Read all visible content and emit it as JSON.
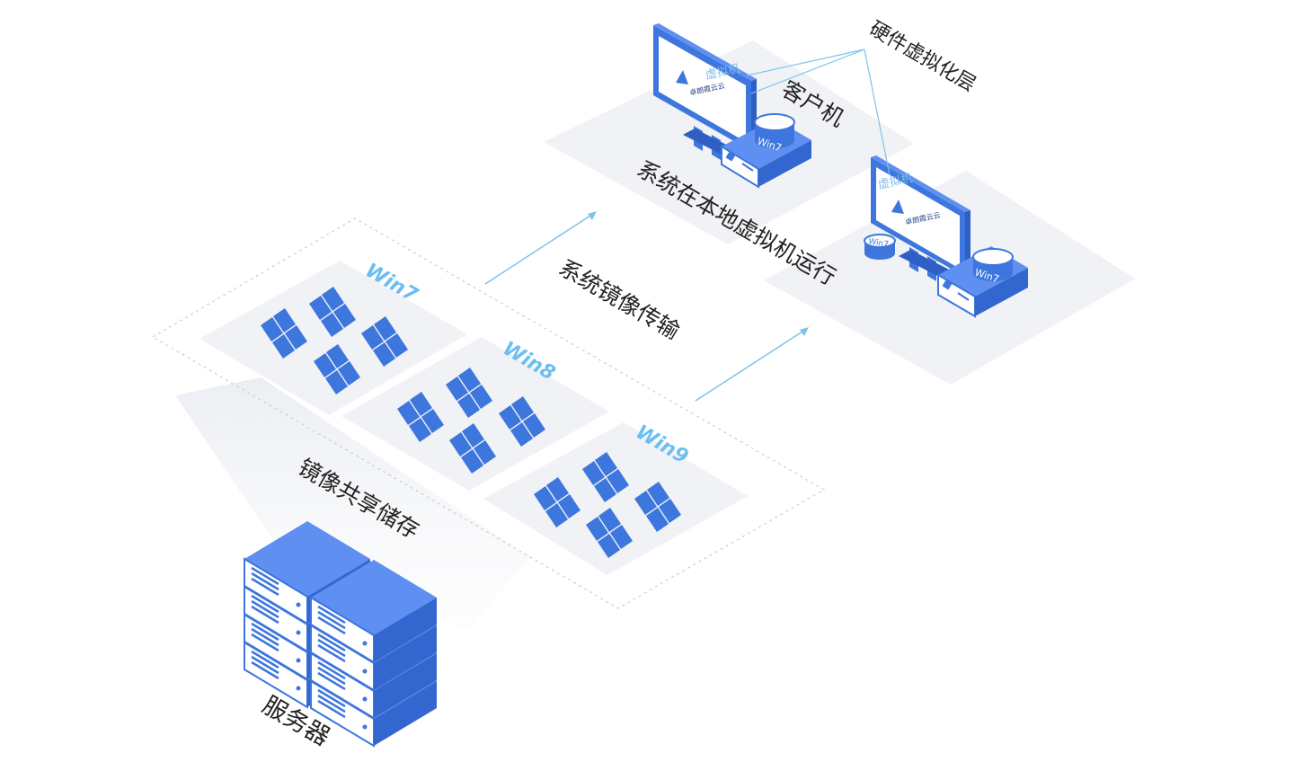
{
  "labels": {
    "server": "服务器",
    "shared_storage": "镜像共享储存",
    "image_transfer": "系统镜像传输",
    "local_run": "系统在本地虚拟机运行",
    "client": "客户机",
    "hw_virt_layer": "硬件虚拟化层"
  },
  "images": [
    {
      "name": "Win7"
    },
    {
      "name": "Win8"
    },
    {
      "name": "Win9"
    }
  ],
  "clients": [
    {
      "screen_title": "虚拟机",
      "brand": "卓朗霞云云",
      "box_label": "Win7"
    },
    {
      "screen_title": "虚拟机",
      "brand": "卓朗霞云云",
      "box_label": "Win7",
      "disk_label": "Win7"
    }
  ],
  "colors": {
    "accent": "#3d76dd",
    "accent_light": "#6aa6f0",
    "os_label": "#6bbff0",
    "line": "#7cc3ea",
    "platform": "#f1f2f5",
    "screen_text": "#7fbcee"
  },
  "icons": [
    "windows-logo-icon",
    "server-unit-icon",
    "monitor-icon",
    "pc-box-icon",
    "disk-icon",
    "arrow-icon"
  ]
}
